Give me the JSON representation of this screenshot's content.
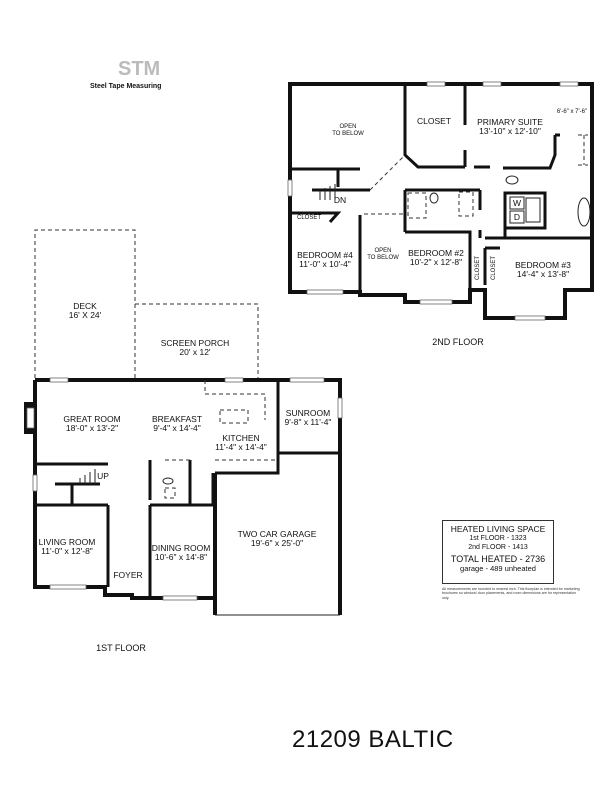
{
  "logo": {
    "monogram": "STM",
    "text": "Steel Tape Measuring"
  },
  "second_floor": {
    "label": "2ND FLOOR",
    "rooms": {
      "open_to_below_1": {
        "name": "OPEN",
        "name2": "TO BELOW"
      },
      "closet_main": {
        "name": "CLOSET"
      },
      "primary_suite": {
        "name": "PRIMARY SUITE",
        "dims": "13'-10\" x 12'-10\""
      },
      "primary_closet": {
        "dims": "6'-6\" x 7'-6\""
      },
      "stairs": {
        "name": "DN"
      },
      "closet_bed4": {
        "name": "CLOSET"
      },
      "bedroom4": {
        "name": "BEDROOM #4",
        "dims": "11'-0\" x 10'-4\""
      },
      "open_to_below_2": {
        "name": "OPEN",
        "name2": "TO BELOW"
      },
      "bedroom2": {
        "name": "BEDROOM #2",
        "dims": "10'-2\" x 12'-8\""
      },
      "closet_bed2": {
        "name": "CLOSET"
      },
      "closet_bed3": {
        "name": "CLOSET"
      },
      "bedroom3": {
        "name": "BEDROOM #3",
        "dims": "14'-4\" x 13'-8\""
      },
      "washer": {
        "name": "W"
      },
      "dryer": {
        "name": "D"
      }
    }
  },
  "first_floor": {
    "label": "1ST FLOOR",
    "rooms": {
      "deck": {
        "name": "DECK",
        "dims": "16' X 24'"
      },
      "screen_porch": {
        "name": "SCREEN PORCH",
        "dims": "20' x 12'"
      },
      "great_room": {
        "name": "GREAT ROOM",
        "dims": "18'-0\" x 13'-2\""
      },
      "breakfast": {
        "name": "BREAKFAST",
        "dims": "9'-4\" x 14'-4\""
      },
      "kitchen": {
        "name": "KITCHEN",
        "dims": "11'-4\" x 14'-4\""
      },
      "sunroom": {
        "name": "SUNROOM",
        "dims": "9'-8\" x 11'-4\""
      },
      "stairs": {
        "name": "UP"
      },
      "living_room": {
        "name": "LIVING ROOM",
        "dims": "11'-0\" x 12'-8\""
      },
      "dining_room": {
        "name": "DINING ROOM",
        "dims": "10'-6\" x 14'-8\""
      },
      "foyer": {
        "name": "FOYER"
      },
      "garage": {
        "name": "TWO CAR GARAGE",
        "dims": "19'-6\" x 25'-0\""
      }
    }
  },
  "info_box": {
    "heading": "HEATED LIVING SPACE",
    "first_floor": "1st FLOOR - 1323",
    "second_floor": "2nd FLOOR - 1413",
    "total": "TOTAL HEATED - 2736",
    "garage": "garage - 489 unheated"
  },
  "disclaimer": "All measurements are rounded to nearest inch. This floorplan is intended for marketing brochures so window/ door placements, and room dimensions are for representation only.",
  "address": "21209 BALTIC"
}
